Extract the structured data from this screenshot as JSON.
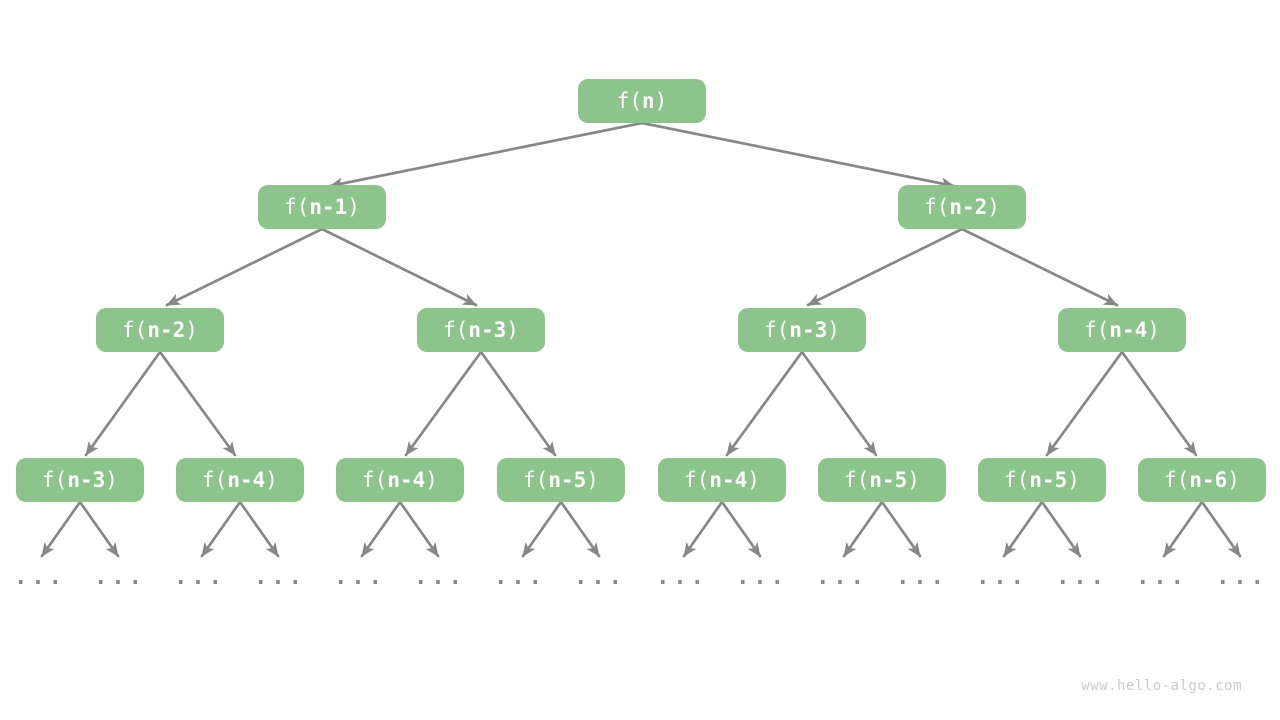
{
  "nodes": [
    {
      "prefix": "f(",
      "arg": "n",
      "suffix": ")"
    },
    {
      "prefix": "f(",
      "arg": "n-1",
      "suffix": ")"
    },
    {
      "prefix": "f(",
      "arg": "n-2",
      "suffix": ")"
    },
    {
      "prefix": "f(",
      "arg": "n-2",
      "suffix": ")"
    },
    {
      "prefix": "f(",
      "arg": "n-3",
      "suffix": ")"
    },
    {
      "prefix": "f(",
      "arg": "n-3",
      "suffix": ")"
    },
    {
      "prefix": "f(",
      "arg": "n-4",
      "suffix": ")"
    },
    {
      "prefix": "f(",
      "arg": "n-3",
      "suffix": ")"
    },
    {
      "prefix": "f(",
      "arg": "n-4",
      "suffix": ")"
    },
    {
      "prefix": "f(",
      "arg": "n-4",
      "suffix": ")"
    },
    {
      "prefix": "f(",
      "arg": "n-5",
      "suffix": ")"
    },
    {
      "prefix": "f(",
      "arg": "n-4",
      "suffix": ")"
    },
    {
      "prefix": "f(",
      "arg": "n-5",
      "suffix": ")"
    },
    {
      "prefix": "f(",
      "arg": "n-5",
      "suffix": ")"
    },
    {
      "prefix": "f(",
      "arg": "n-6",
      "suffix": ")"
    }
  ],
  "ellipsis": "...",
  "watermark": "www.hello-algo.com",
  "colors": {
    "background": "#ffffff",
    "node_fill": "#8CC48C",
    "node_text": "#ffffff",
    "edge_color": "#878787",
    "dots_color": "#8A8A8A",
    "watermark_color": "#CBCBCB"
  }
}
